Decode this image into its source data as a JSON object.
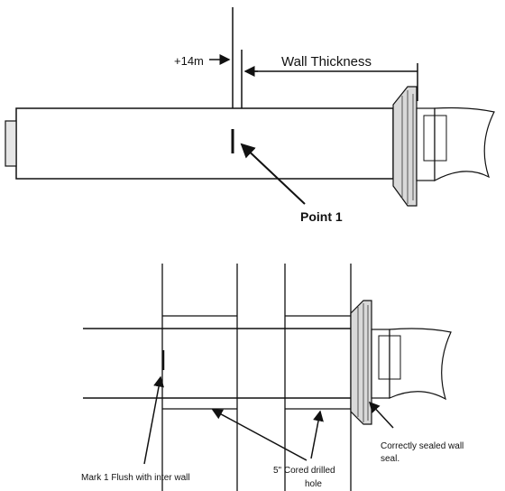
{
  "top_diagram": {
    "offset_label": "+14m",
    "wall_thickness_label": "Wall Thickness",
    "point_label": "Point 1"
  },
  "bottom_diagram": {
    "mark_label": "Mark 1 Flush with inter wall",
    "hole_label_line1": "5\" Cored drilled",
    "hole_label_line2": "hole",
    "seal_label_line1": "Correctly sealed  wall",
    "seal_label_line2": "seal."
  },
  "colors": {
    "line": "#111111",
    "pipe_fill": "#ffffff",
    "seal_fill": "#d9d9d9",
    "text": "#111111"
  }
}
